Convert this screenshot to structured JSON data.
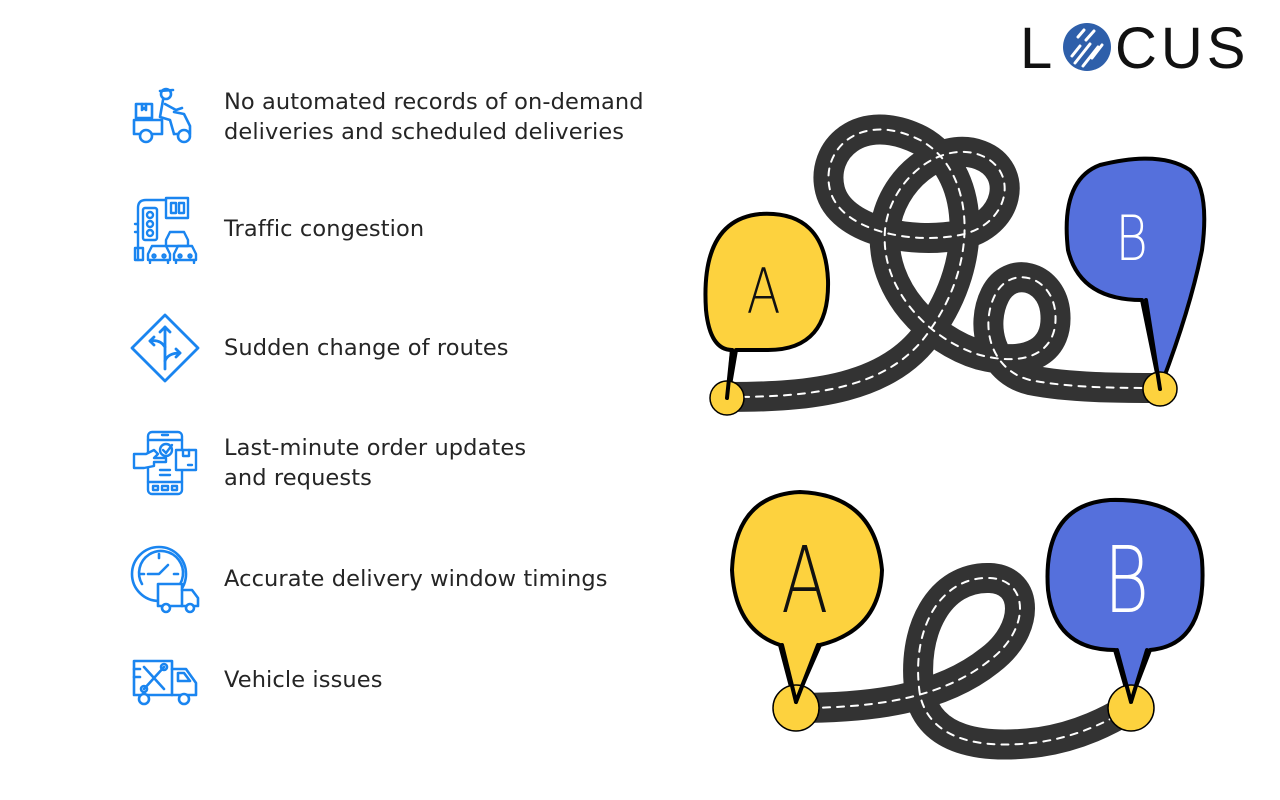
{
  "brand": {
    "logo_text_left": "L",
    "logo_text_right": "CUS",
    "logo_alt": "LOCUS",
    "globe_color": "#2E5FAA",
    "text_color": "#111111"
  },
  "theme": {
    "icon_color": "#1A85F0",
    "road_color": "#333333",
    "dash_color": "#FFFFFF",
    "marker_a_color": "#FDD23E",
    "marker_b_color": "#5570DC",
    "outline_color": "#000000"
  },
  "challenges": [
    {
      "icon": "delivery-scooter-icon",
      "lines": [
        "No automated records of on-demand",
        "deliveries and scheduled deliveries"
      ]
    },
    {
      "icon": "traffic-light-cars-icon",
      "lines": [
        "Traffic congestion"
      ]
    },
    {
      "icon": "route-change-sign-icon",
      "lines": [
        "Sudden change of routes"
      ]
    },
    {
      "icon": "phone-order-update-icon",
      "lines": [
        "Last-minute order updates",
        "and requests"
      ]
    },
    {
      "icon": "clock-truck-icon",
      "lines": [
        "Accurate delivery window timings"
      ]
    },
    {
      "icon": "truck-repair-icon",
      "lines": [
        "Vehicle issues"
      ]
    }
  ],
  "illustrations": [
    {
      "name": "tangled-route",
      "start_label": "A",
      "end_label": "B"
    },
    {
      "name": "optimized-route",
      "start_label": "A",
      "end_label": "B"
    }
  ]
}
